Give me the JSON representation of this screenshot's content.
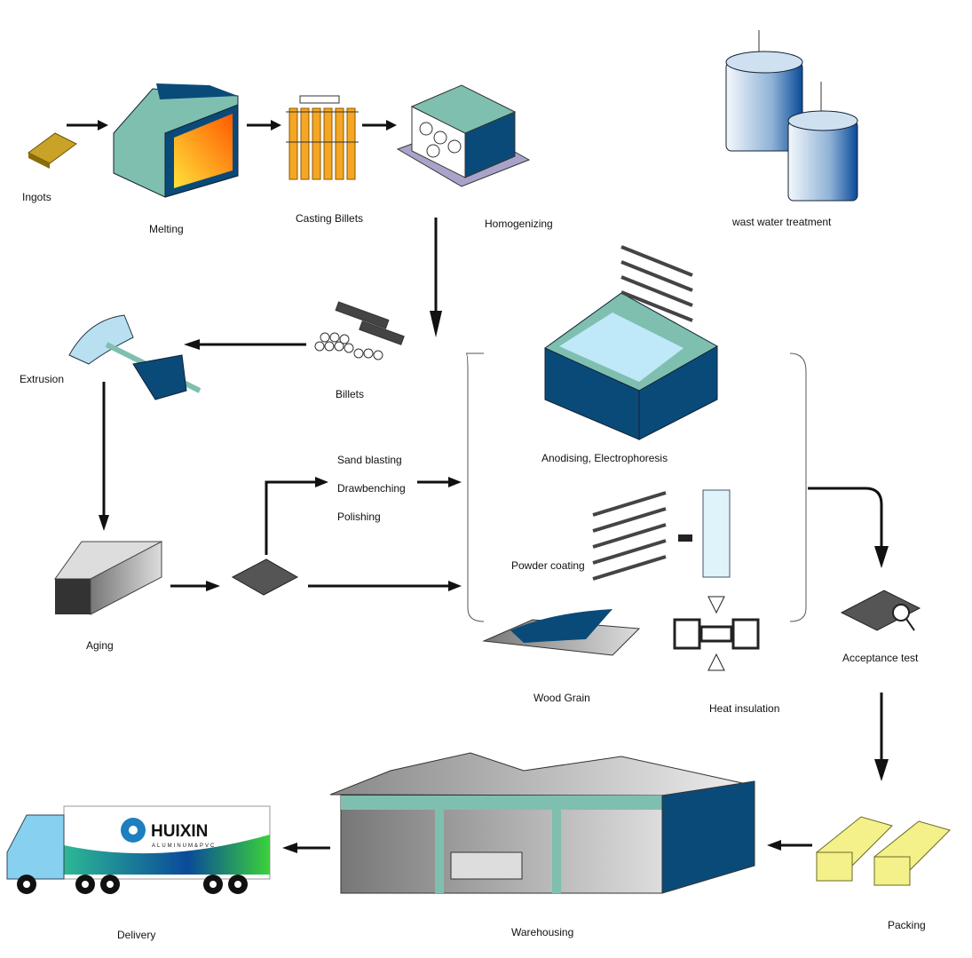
{
  "steps": {
    "ingots": "Ingots",
    "melting": "Melting",
    "casting_billets": "Casting Billets",
    "homogenizing": "Homogenizing",
    "waste_water": "wast water treatment",
    "extrusion": "Extrusion",
    "billets": "Billets",
    "anodising": "Anodising, Electrophoresis",
    "sand_blasting": "Sand blasting",
    "drawbenching": "Drawbenching",
    "polishing": "Polishing",
    "powder_coating": "Powder coating",
    "aging": "Aging",
    "wood_grain": "Wood Grain",
    "heat_insulation": "Heat insulation",
    "acceptance_test": "Acceptance test",
    "delivery": "Delivery",
    "warehousing": "Warehousing",
    "packing": "Packing"
  },
  "truck": {
    "brand": "HUIXIN",
    "tagline": "ALUMINUM&PVC"
  },
  "colors": {
    "teal": "#7fbfb0",
    "navy": "#0a4a78",
    "orange": "#f5a623",
    "gray": "#555555"
  }
}
